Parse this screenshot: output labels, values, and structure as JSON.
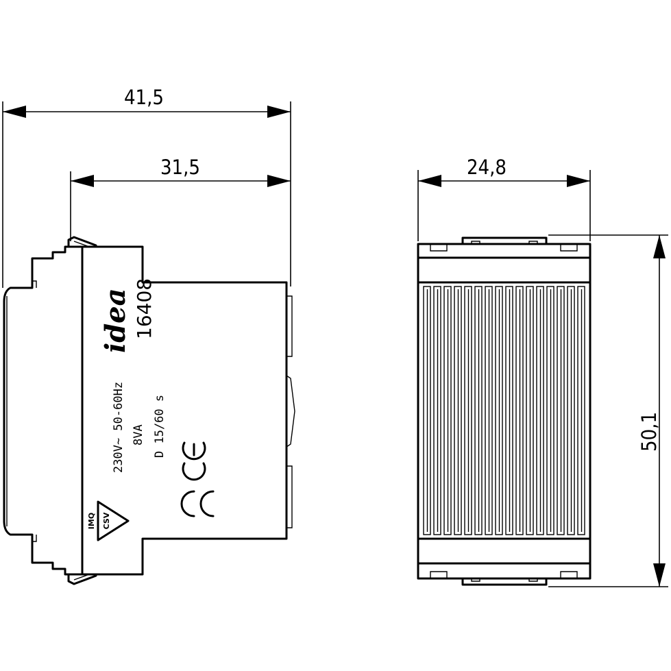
{
  "dimensions": {
    "overall_depth": "41,5",
    "body_depth": "31,5",
    "width": "24,8",
    "height": "50,1"
  },
  "device_label": {
    "brand": "idea",
    "code": "16408",
    "voltage": "230V~ 50-60Hz",
    "power": "8VA",
    "timing": "D 15/60 s"
  },
  "marks": {
    "csv_badge": "CSV",
    "csv_sub": "IMQ",
    "ce_mark": "ce-mark-icon"
  }
}
